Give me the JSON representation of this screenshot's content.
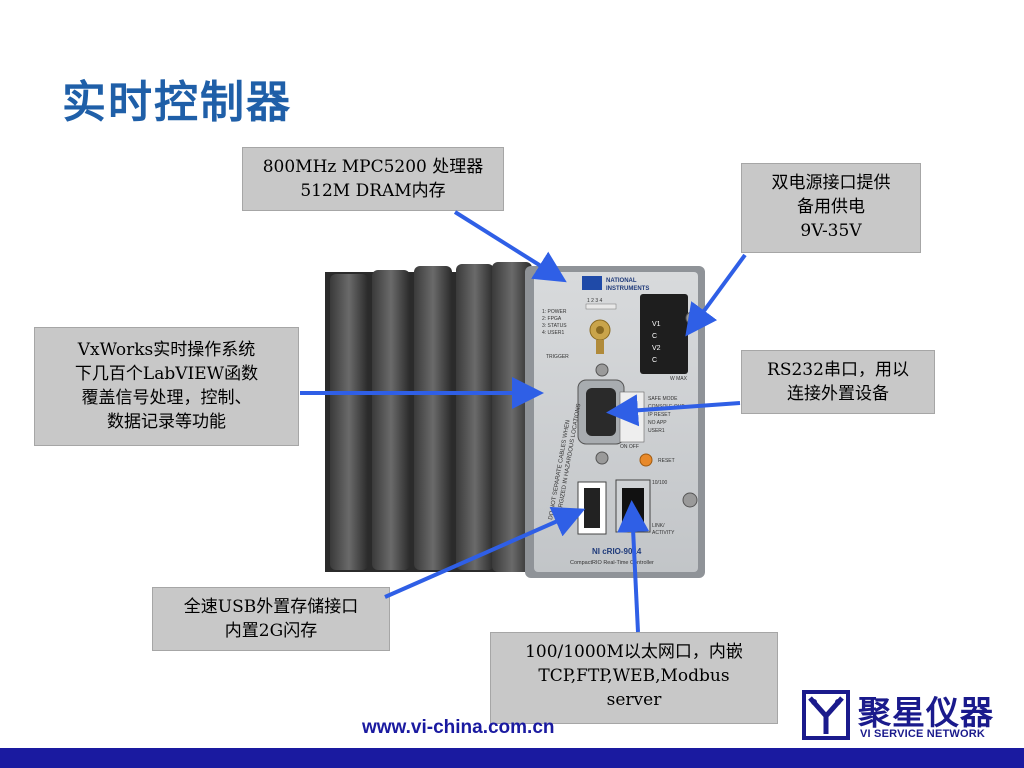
{
  "slide": {
    "title": "实时控制器",
    "url": "www.vi-china.com.cn"
  },
  "callouts": {
    "processor": {
      "lines": [
        "800MHz MPC5200 处理器",
        "512M DRAM内存"
      ]
    },
    "power": {
      "lines": [
        "双电源接口提供",
        "备用供电",
        "9V-35V"
      ]
    },
    "os": {
      "lines": [
        "VxWorks实时操作系统",
        "下几百个LabVIEW函数",
        "覆盖信号处理，控制、",
        "数据记录等功能"
      ]
    },
    "rs232": {
      "lines": [
        "RS232串口，用以",
        "连接外置设备"
      ]
    },
    "usb": {
      "lines": [
        "全速USB外置存储接口",
        "内置2G闪存"
      ]
    },
    "ethernet": {
      "lines": [
        "100/1000M以太网口，内嵌",
        "TCP,FTP,WEB,Modbus",
        "server"
      ]
    }
  },
  "device": {
    "brand_line1": "NATIONAL",
    "brand_line2": "INSTRUMENTS",
    "led_numbers": "1 2 3 4",
    "leds": [
      "1: POWER",
      "2: FPGA",
      "3: STATUS",
      "4: USER1"
    ],
    "trigger_label": "TRIGGER",
    "power_pins": [
      "V1",
      "C",
      "V2",
      "C"
    ],
    "power_rating": "W MAX",
    "dip_switches": [
      "SAFE MODE",
      "CONSOLE OUT",
      "IP RESET",
      "NO APP",
      "USER1"
    ],
    "on_off": "ON  OFF",
    "reset_label": "RESET",
    "eth_speed": "10/100",
    "link_label1": "LINK/",
    "link_label2": "ACTIVITY",
    "model": "NI cRIO-9014",
    "model_desc": "CompactRIO Real-Time Controller",
    "warning1": "DO NOT SEPARATE CABLES WHEN",
    "warning2": "ENERGIZED IN HAZARDOUS LOCATIONS"
  },
  "logo": {
    "cn": "聚星仪器",
    "en": "VI SERVICE NETWORK"
  },
  "colors": {
    "title": "#1f5fa8",
    "arrow": "#2f5fe6",
    "callout_bg": "#c8c8c8",
    "brand_blue": "#1a1aa0"
  }
}
